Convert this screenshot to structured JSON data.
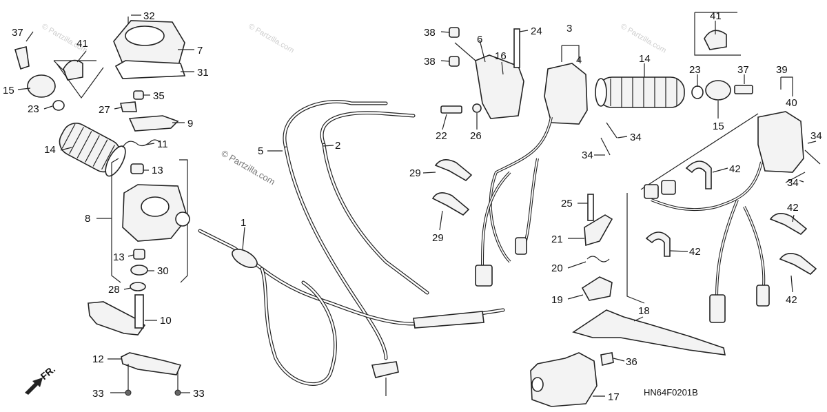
{
  "diagram_code": "HN64F0201B",
  "watermark": "© Partzilla.com",
  "direction_label": "FR.",
  "callouts": [
    "1",
    "2",
    "3",
    "4",
    "5",
    "6",
    "7",
    "8",
    "9",
    "10",
    "11",
    "12",
    "13",
    "14",
    "15",
    "16",
    "17",
    "18",
    "19",
    "20",
    "21",
    "22",
    "23",
    "24",
    "25",
    "26",
    "27",
    "28",
    "29",
    "30",
    "31",
    "32",
    "33",
    "34",
    "35",
    "36",
    "37",
    "38",
    "39",
    "40",
    "41",
    "42"
  ]
}
